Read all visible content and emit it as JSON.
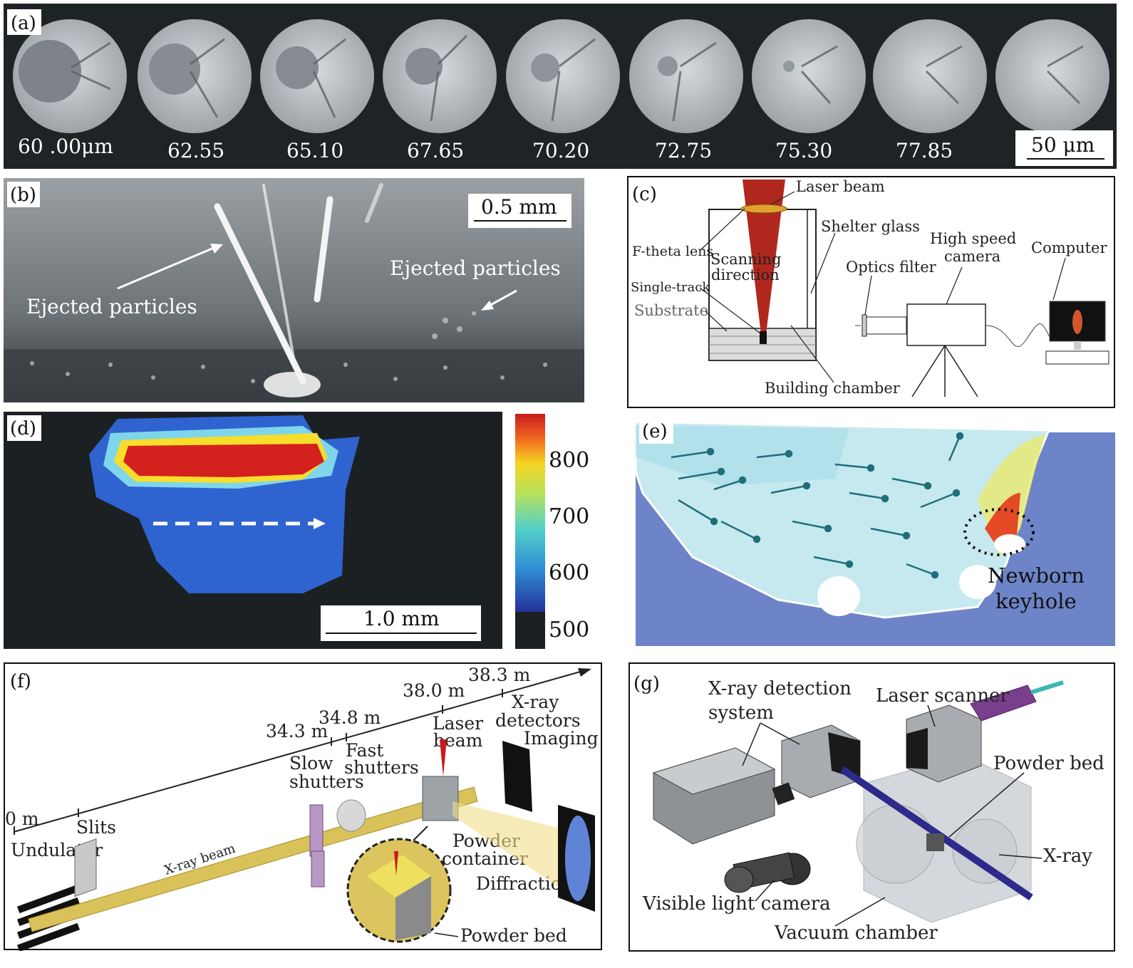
{
  "panel_a": {
    "label": "(a)",
    "depths": [
      "60 .00μm",
      "62.55",
      "65.10",
      "67.65",
      "70.20",
      "72.75",
      "75.30",
      "77.85"
    ],
    "scale_bar": "50 μm"
  },
  "panel_b": {
    "label": "(b)",
    "scale_bar": "0.5 mm",
    "annotation_left": "Ejected particles",
    "annotation_right": "Ejected particles"
  },
  "panel_c": {
    "label": "(c)",
    "laser_beam": "Laser beam",
    "shelter_glass": "Shelter glass",
    "f_theta_lens": "F-theta lens",
    "scanning_direction_1": "Scanning",
    "scanning_direction_2": "direction",
    "single_track": "Single-track",
    "substrate": "Substrate",
    "optics_filter": "Optics filter",
    "high_speed_camera_1": "High speed",
    "high_speed_camera_2": "camera",
    "computer": "Computer",
    "building_chamber": "Building chamber"
  },
  "panel_d": {
    "label": "(d)",
    "scale_bar": "1.0 mm",
    "colorbar_ticks": [
      "800",
      "700",
      "600",
      "500"
    ]
  },
  "panel_e": {
    "label": "(e)",
    "newborn_1": "Newborn",
    "newborn_2": "keyhole"
  },
  "panel_f": {
    "label": "(f)",
    "d_0": "0 m",
    "d_343": "34.3 m",
    "d_348": "34.8 m",
    "d_380": "38.0 m",
    "d_383": "38.3 m",
    "slits": "Slits",
    "undulator": "Undulator",
    "xray_beam": "X-ray beam",
    "slow_1": "Slow",
    "slow_2": "shutters",
    "fast_1": "Fast",
    "fast_2": "shutters",
    "laser_1": "Laser",
    "laser_2": "beam",
    "detectors_1": "X-ray",
    "detectors_2": "detectors",
    "imaging": "Imaging",
    "powder_container_1": "Powder",
    "powder_container_2": "container",
    "diffraction": "Diffraction",
    "powder_bed": "Powder bed"
  },
  "panel_g": {
    "label": "(g)",
    "xray_detection_1": "X-ray detection",
    "xray_detection_2": "system",
    "laser_scanner": "Laser scanner",
    "powder_bed": "Powder bed",
    "xray": "X-ray",
    "visible_camera": "Visible light camera",
    "vacuum_chamber": "Vacuum chamber"
  }
}
